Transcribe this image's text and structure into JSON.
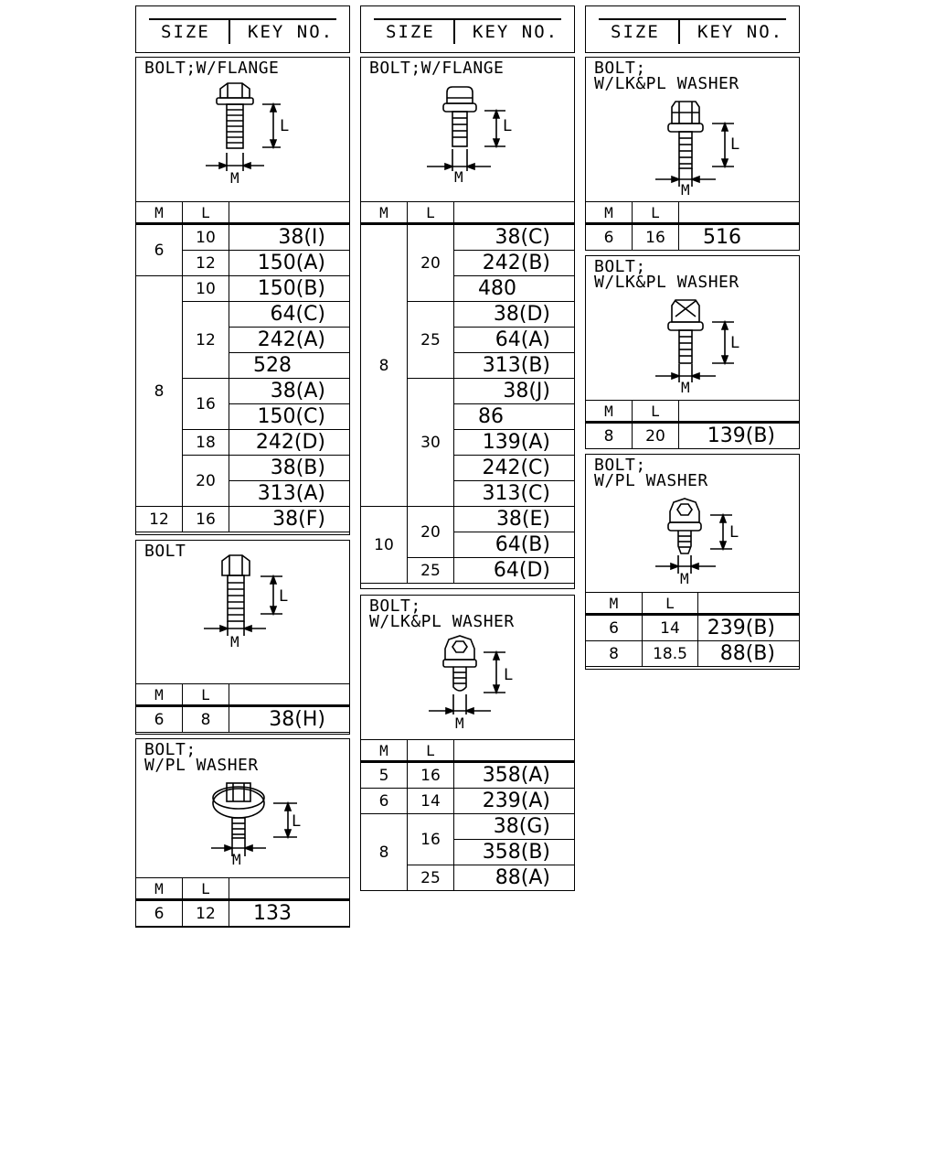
{
  "header": {
    "size_label": "SIZE",
    "key_label": "KEY NO."
  },
  "columns": {
    "m": "M",
    "l": "L"
  },
  "dim_labels": {
    "l": "L",
    "m": "M"
  },
  "panels": {
    "p1": {
      "title": "BOLT;W/FLANGE",
      "rows": [
        {
          "m": "6",
          "l": "10",
          "k": "38(I)"
        },
        {
          "m": "",
          "l": "12",
          "k": "150(A)"
        },
        {
          "m": "8",
          "l": "10",
          "k": "150(B)"
        },
        {
          "m": "",
          "l": "12",
          "k": "64(C)"
        },
        {
          "m": "",
          "l": "",
          "k": "242(A)"
        },
        {
          "m": "",
          "l": "",
          "k": "528"
        },
        {
          "m": "",
          "l": "16",
          "k": "38(A)"
        },
        {
          "m": "",
          "l": "",
          "k": "150(C)"
        },
        {
          "m": "",
          "l": "18",
          "k": "242(D)"
        },
        {
          "m": "",
          "l": "20",
          "k": "38(B)"
        },
        {
          "m": "",
          "l": "",
          "k": "313(A)"
        },
        {
          "m": "12",
          "l": "16",
          "k": "38(F)"
        }
      ]
    },
    "p2": {
      "title": "BOLT",
      "rows": [
        {
          "m": "6",
          "l": "8",
          "k": "38(H)"
        }
      ]
    },
    "p3": {
      "title": "BOLT;\nW/PL WASHER",
      "rows": [
        {
          "m": "6",
          "l": "12",
          "k": "133"
        }
      ]
    },
    "p4": {
      "title": "BOLT;W/FLANGE",
      "rows": [
        {
          "m": "8",
          "l": "20",
          "k": "38(C)"
        },
        {
          "m": "",
          "l": "",
          "k": "242(B)"
        },
        {
          "m": "",
          "l": "",
          "k": "480"
        },
        {
          "m": "",
          "l": "25",
          "k": "38(D)"
        },
        {
          "m": "",
          "l": "",
          "k": "64(A)"
        },
        {
          "m": "",
          "l": "",
          "k": "313(B)"
        },
        {
          "m": "",
          "l": "30",
          "k": "38(J)"
        },
        {
          "m": "",
          "l": "",
          "k": "86"
        },
        {
          "m": "",
          "l": "",
          "k": "139(A)"
        },
        {
          "m": "",
          "l": "",
          "k": "242(C)"
        },
        {
          "m": "",
          "l": "",
          "k": "313(C)"
        },
        {
          "m": "10",
          "l": "20",
          "k": "38(E)"
        },
        {
          "m": "",
          "l": "",
          "k": "64(B)"
        },
        {
          "m": "",
          "l": "25",
          "k": "64(D)"
        }
      ]
    },
    "p5": {
      "title": "BOLT;\nW/LK&PL WASHER",
      "rows": [
        {
          "m": "5",
          "l": "16",
          "k": "358(A)"
        },
        {
          "m": "6",
          "l": "14",
          "k": "239(A)"
        },
        {
          "m": "8",
          "l": "16",
          "k": "38(G)"
        },
        {
          "m": "",
          "l": "",
          "k": "358(B)"
        },
        {
          "m": "",
          "l": "25",
          "k": "88(A)"
        }
      ]
    },
    "p6": {
      "title": "BOLT;\nW/LK&PL WASHER",
      "rows": [
        {
          "m": "6",
          "l": "16",
          "k": "516"
        }
      ]
    },
    "p7": {
      "title": "BOLT;\nW/LK&PL WASHER",
      "rows": [
        {
          "m": "8",
          "l": "20",
          "k": "139(B)"
        }
      ]
    },
    "p8": {
      "title": "BOLT;\nW/PL WASHER",
      "rows": [
        {
          "m": "6",
          "l": "14",
          "k": "239(B)"
        },
        {
          "m": "8",
          "l": "18.5",
          "k": "88(B)"
        }
      ]
    }
  }
}
